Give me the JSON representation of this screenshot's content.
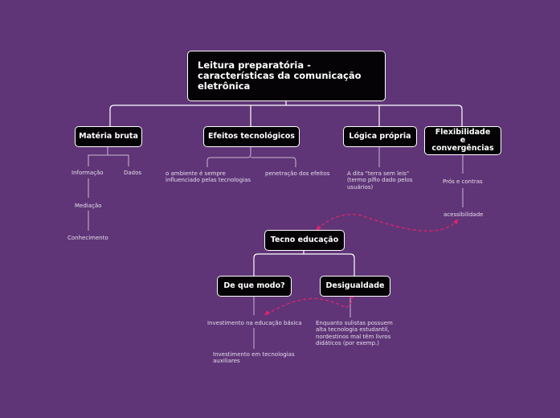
{
  "root": "Leitura preparatória - características da comunicação eletrônica",
  "branches": {
    "materia": "Matéria bruta",
    "efeitos": "Efeitos tecnológicos",
    "logica": "Lógica própria",
    "flex": "Flexibilidade e convergências",
    "tecno": "Tecno educação",
    "modo": "De que modo?",
    "desig": "Desigualdade"
  },
  "leaves": {
    "informacao": "Informação",
    "dados": "Dados",
    "mediacao": "Mediação",
    "conhecimento": "Conhecimento",
    "ambiente1": "o ambiente é sempre",
    "ambiente2": "influenciado pelas tecnologias",
    "penetracao": "penetração dos efeitos",
    "dita1": "A dita \"terra sem leis\"",
    "dita2": "(termo pífio dado pelos",
    "dita3": "usuários)",
    "pros": "Prós e contras",
    "acess": "acessibilidade",
    "invest1": "Investimento na educação básica",
    "invest2a": "Investimento em tecnologias",
    "invest2b": "auxiliares",
    "enq1": "Enquanto sulistas possuem",
    "enq2": "alta tecnologia estudantil,",
    "enq3": "nordestinos mal têm livros",
    "enq4": "didáticos (por exemp.)"
  },
  "colors": {
    "background": "#5f3577",
    "node": "#050305",
    "relation": "#e0246e"
  }
}
